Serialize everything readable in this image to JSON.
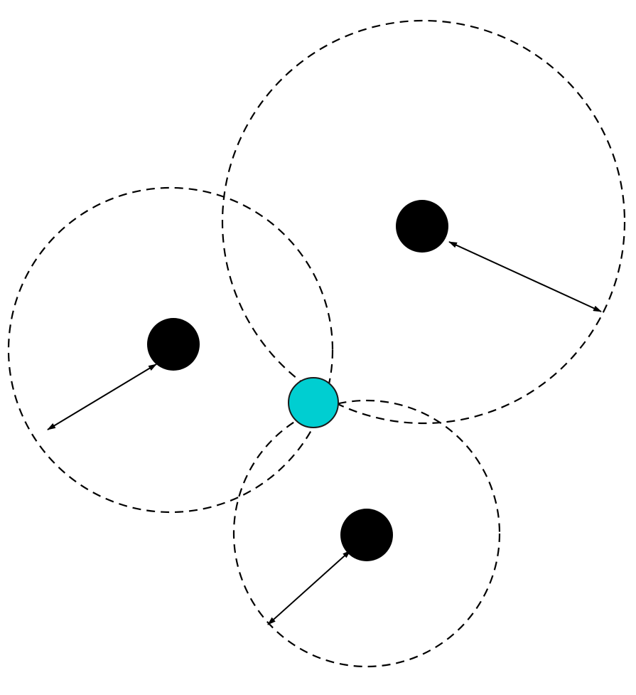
{
  "colors": {
    "anchor": "#000000",
    "target": "#00CED1",
    "target_outline": "#1a1a1a",
    "circle_stroke": "#000000",
    "arrow": "#000000"
  },
  "diagram": {
    "type": "trilateration",
    "anchors": [
      {
        "id": "anchor-left",
        "role": "reference node",
        "filled": true
      },
      {
        "id": "anchor-top-right",
        "role": "reference node",
        "filled": true
      },
      {
        "id": "anchor-bottom",
        "role": "reference node",
        "filled": true
      }
    ],
    "target": {
      "id": "target-node",
      "role": "unknown position"
    },
    "range_circles": 3,
    "radius_arrows": 3,
    "circle_style": "dashed",
    "arrow_style": "double-headed"
  }
}
